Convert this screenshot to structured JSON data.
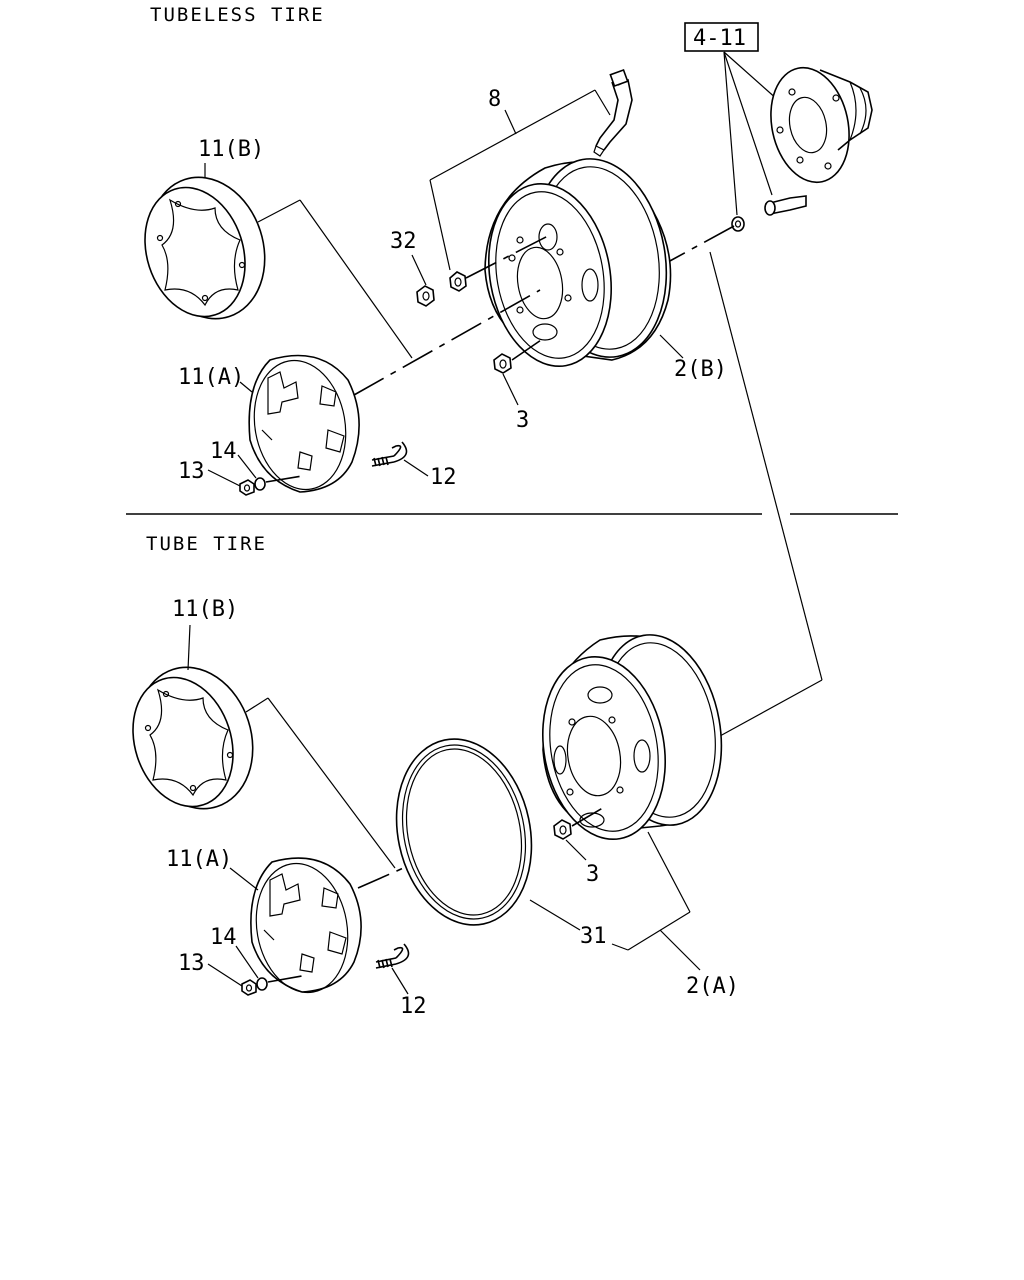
{
  "sections": {
    "tubeless": "TUBELESS TIRE",
    "tube": "TUBE TIRE"
  },
  "reference_box": "4-11",
  "labels": {
    "l8": "8",
    "l11b_top": "11(B)",
    "l32": "32",
    "l11a_top": "11(A)",
    "l14_top": "14",
    "l13_top": "13",
    "l12_top": "12",
    "l3_top": "3",
    "l2b": "2(B)",
    "l11b_bot": "11(B)",
    "l11a_bot": "11(A)",
    "l14_bot": "14",
    "l13_bot": "13",
    "l12_bot": "12",
    "l3_bot": "3",
    "l31": "31",
    "l2a": "2(A)"
  }
}
